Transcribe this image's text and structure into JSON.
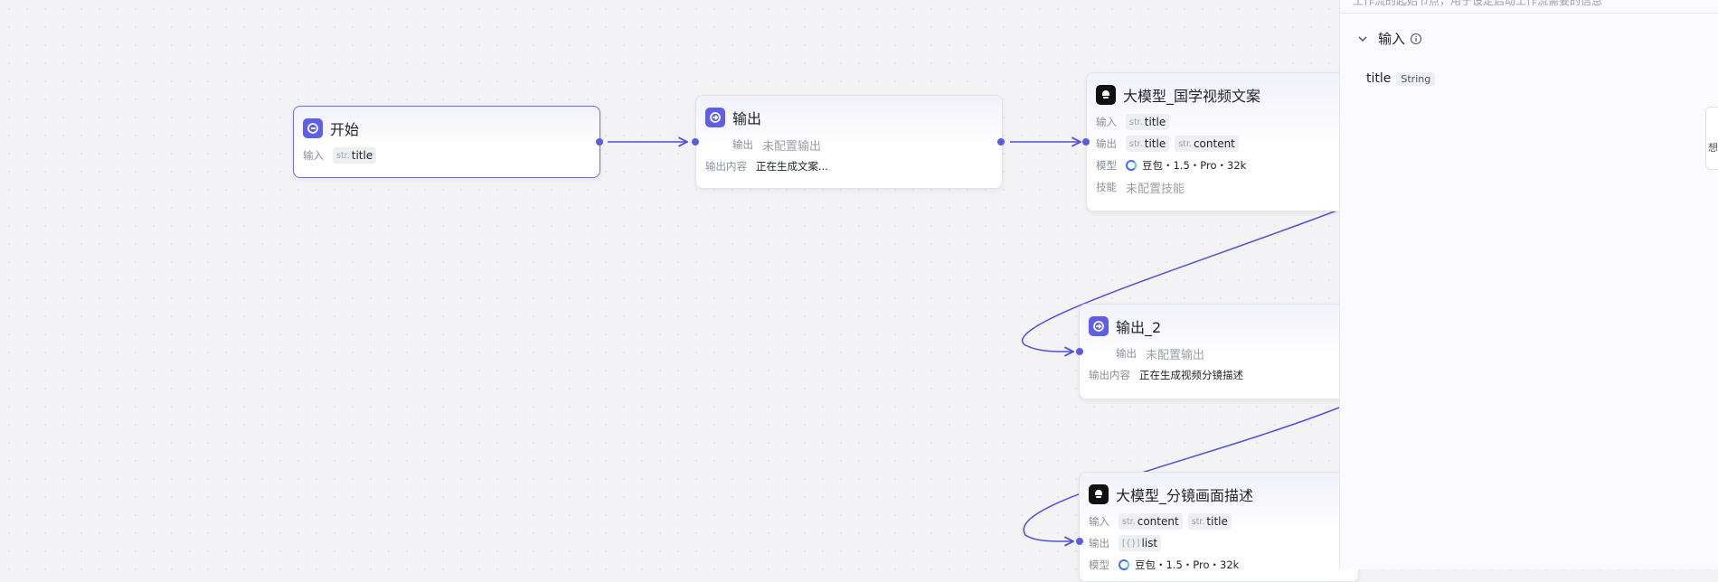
{
  "nodes": {
    "start": {
      "title": "开始",
      "input_label": "输入",
      "input_tag_type": "str.",
      "input_tag_name": "title"
    },
    "output1": {
      "title": "输出",
      "output_label": "输出",
      "output_value": "未配置输出",
      "content_label": "输出内容",
      "content_value": "正在生成文案..."
    },
    "llm1": {
      "title": "大模型_国学视频文案",
      "input_label": "输入",
      "input_tag_type": "str.",
      "input_tag_name": "title",
      "output_label": "输出",
      "output_tag1_type": "str.",
      "output_tag1_name": "title",
      "output_tag2_type": "str.",
      "output_tag2_name": "content",
      "model_label": "模型",
      "model_value": "豆包・1.5・Pro・32k",
      "skill_label": "技能",
      "skill_value": "未配置技能"
    },
    "output2": {
      "title": "输出_2",
      "output_label": "输出",
      "output_value": "未配置输出",
      "content_label": "输出内容",
      "content_value": "正在生成视频分镜描述"
    },
    "llm2": {
      "title": "大模型_分镜画面描述",
      "input_label": "输入",
      "input_tag1_type": "str.",
      "input_tag1_name": "content",
      "input_tag2_type": "str.",
      "input_tag2_name": "title",
      "output_label": "输出",
      "output_tag_type": "[{}]",
      "output_tag_name": "list",
      "model_label": "模型",
      "model_value": "豆包・1.5・Pro・32k"
    }
  },
  "panel": {
    "description": "工作流的起始节点，用于设定启动工作流需要的信息",
    "section_title": "输入",
    "field_name": "title",
    "field_type": "String"
  },
  "edge_fragment_text": "想",
  "colors": {
    "accent": "#5b5ce2",
    "edge": "#4f50dc",
    "llm_icon": "#111111"
  },
  "icons": {
    "start": "start-icon",
    "output": "output-icon",
    "llm": "llm-icon",
    "model": "doubao-model-icon",
    "chevron": "chevron-down-icon",
    "info": "info-icon"
  }
}
